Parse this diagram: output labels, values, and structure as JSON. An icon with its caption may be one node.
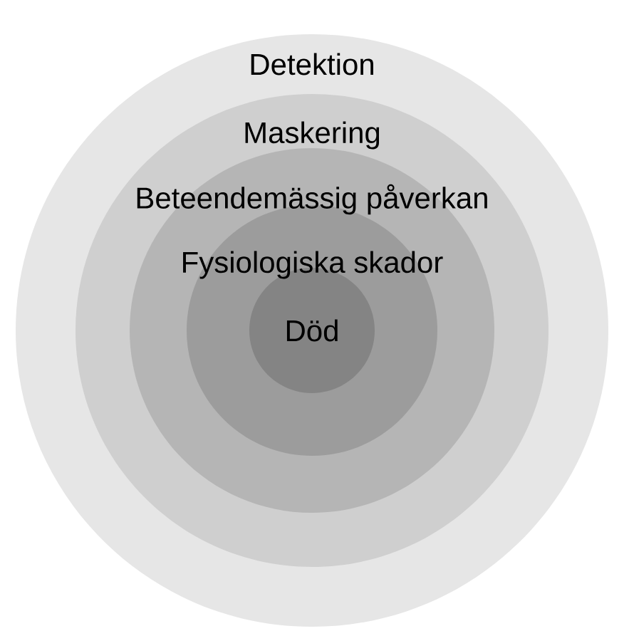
{
  "diagram": {
    "nodes": [
      {
        "text": [
          "Detektion"
        ]
      },
      {
        "text": [
          "Maskering"
        ],
        "in": 0
      },
      {
        "text": [
          "Beteendemässig påverkan"
        ],
        "in": 1
      },
      {
        "text": [
          "Fysiologiska skador"
        ],
        "in": 2
      },
      {
        "text": [
          "Död"
        ],
        "in": 3
      }
    ]
  }
}
